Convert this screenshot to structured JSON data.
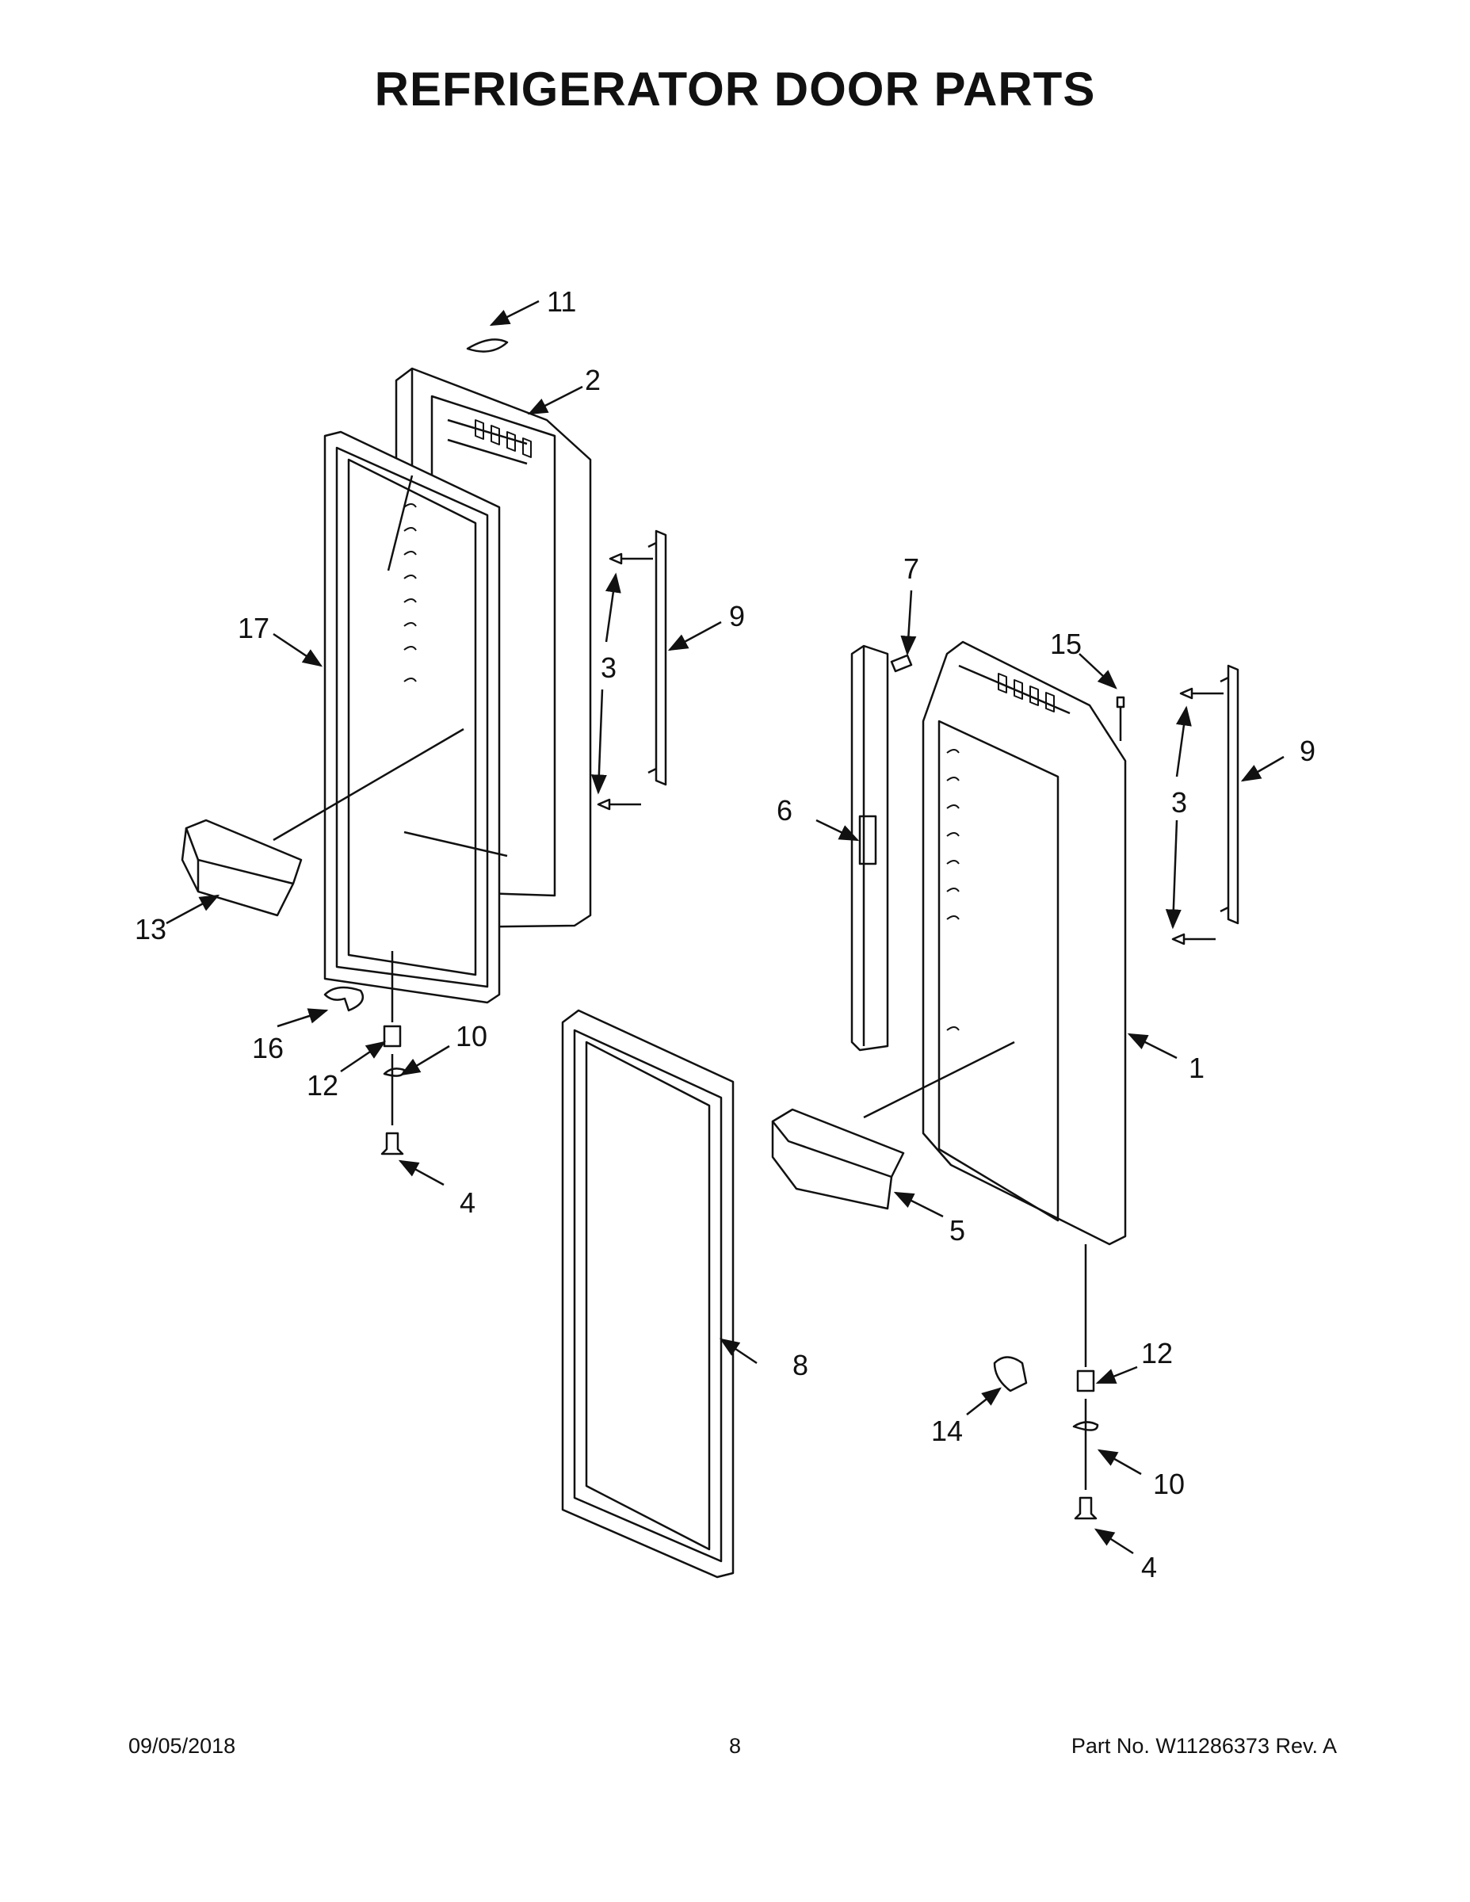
{
  "title": "REFRIGERATOR DOOR PARTS",
  "callouts": {
    "c1": "1",
    "c2": "2",
    "c3a": "3",
    "c3b": "3",
    "c4a": "4",
    "c4b": "4",
    "c5": "5",
    "c6": "6",
    "c7": "7",
    "c8": "8",
    "c9a": "9",
    "c9b": "9",
    "c10a": "10",
    "c10b": "10",
    "c11": "11",
    "c12a": "12",
    "c12b": "12",
    "c13": "13",
    "c14": "14",
    "c15": "15",
    "c16": "16",
    "c17": "17"
  },
  "footer": {
    "date": "09/05/2018",
    "page": "8",
    "part": "Part No.  W11286373   Rev.  A"
  }
}
